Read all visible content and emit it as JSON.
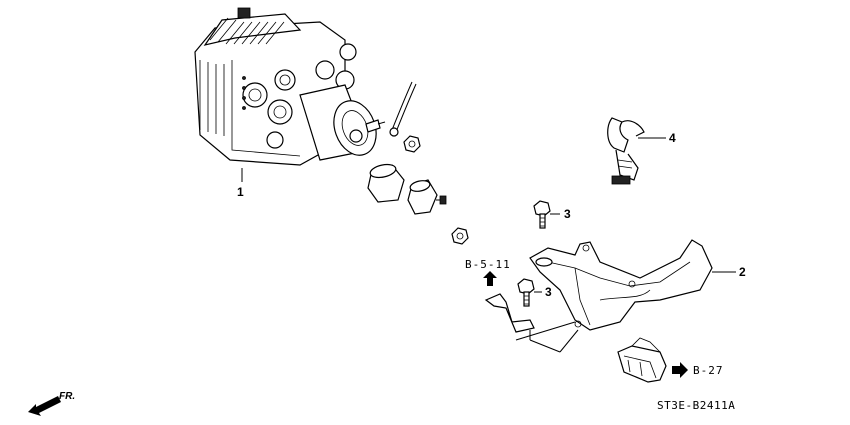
{
  "callouts": [
    {
      "id": "1",
      "text": "1"
    },
    {
      "id": "2",
      "text": "2"
    },
    {
      "id": "3a",
      "text": "3"
    },
    {
      "id": "3b",
      "text": "3"
    },
    {
      "id": "4",
      "text": "4"
    }
  ],
  "references": {
    "b5_11": "B-5-11",
    "b27": "B-27"
  },
  "direction_label": "FR.",
  "diagram_code": "ST3E-B2411A"
}
